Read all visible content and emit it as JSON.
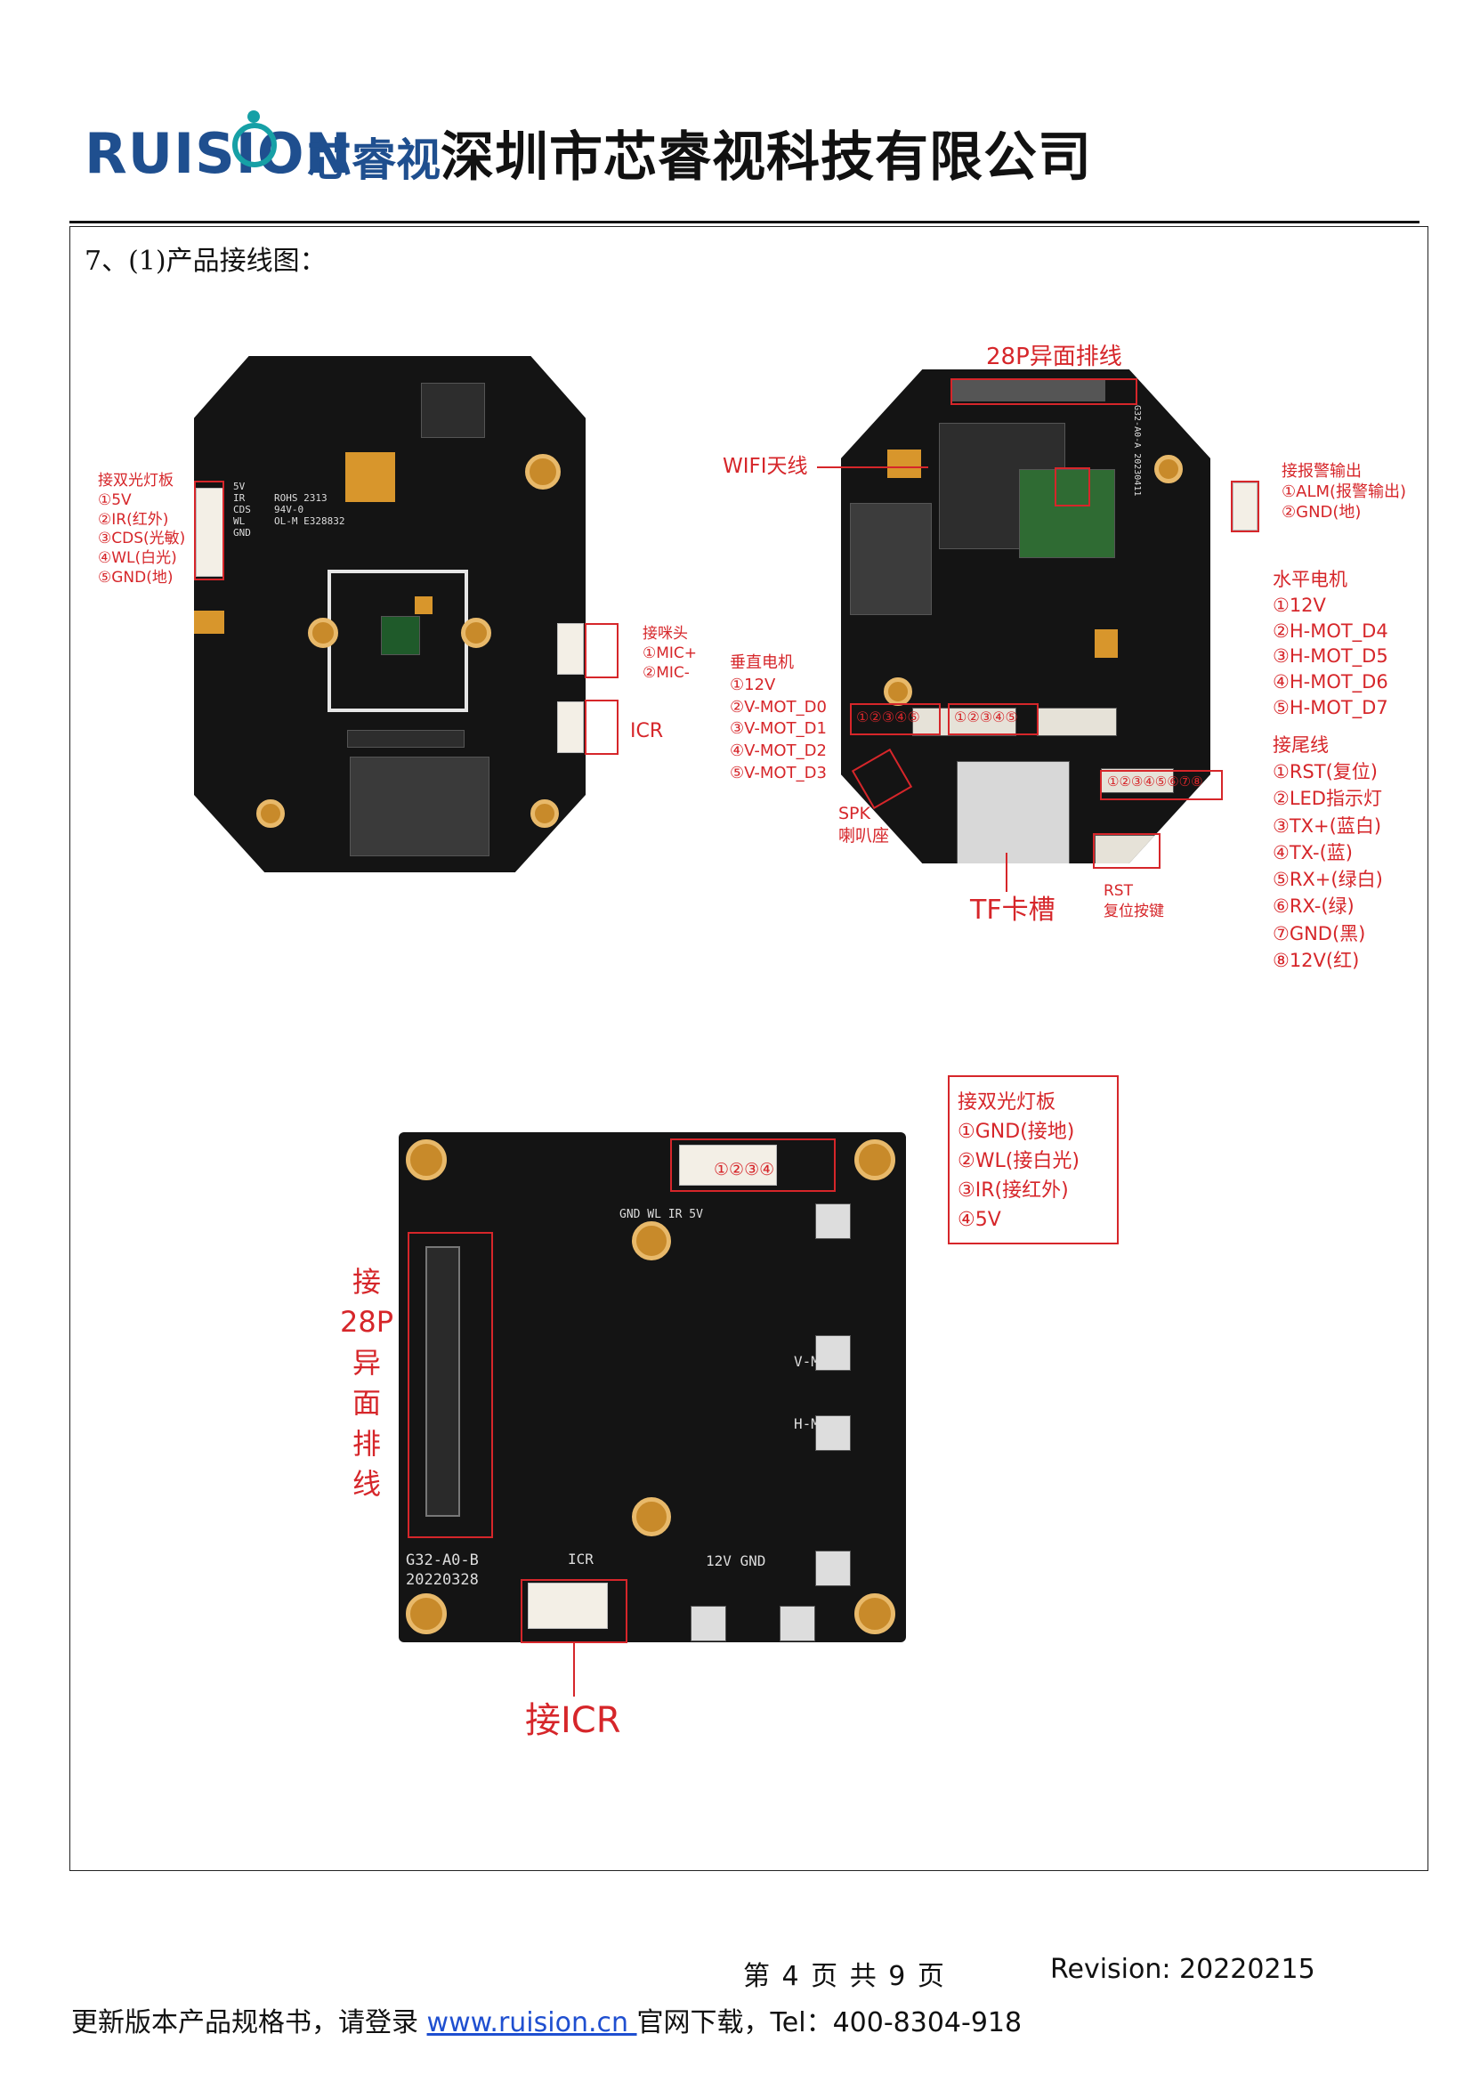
{
  "header": {
    "logo_text": "RUISION",
    "logo_cn": "芯睿视",
    "company": "深圳市芯睿视科技有限公司"
  },
  "section_title": "7、(1)产品接线图：",
  "board1": {
    "dual_light_title": "接双光灯板",
    "dual_light_pins": [
      "①5V",
      "②IR(红外)",
      "③CDS(光敏)",
      "④WL(白光)",
      "⑤GND(地)"
    ],
    "mic_title": "接咪头",
    "mic_pins": [
      "①MIC+",
      "②MIC-"
    ],
    "icr_label": "ICR",
    "silk_pins": [
      "5V",
      "IR",
      "CDS",
      "WL",
      "GND"
    ],
    "silk_rohs": "ROHS 2313",
    "silk_94v": "94V-0",
    "silk_cert": "OL-M E328832"
  },
  "board2": {
    "fpc_label": "28P异面排线",
    "wifi_label": "WIFI天线",
    "alarm_title": "接报警输出",
    "alarm_pins": [
      "①ALM(报警输出)",
      "②GND(地)"
    ],
    "h_motor_title": "水平电机",
    "h_motor_pins": [
      "①12V",
      "②H-MOT_D4",
      "③H-MOT_D5",
      "④H-MOT_D6",
      "⑤H-MOT_D7"
    ],
    "v_motor_title": "垂直电机",
    "v_motor_pins": [
      "①12V",
      "②V-MOT_D0",
      "③V-MOT_D1",
      "④V-MOT_D2",
      "⑤V-MOT_D3"
    ],
    "tail_title": "接尾线",
    "tail_pins": [
      "①RST(复位)",
      "②LED指示灯",
      "③TX+(蓝白)",
      "④TX-(蓝)",
      "⑤RX+(绿白)",
      "⑥RX-(绿)",
      "⑦GND(黑)",
      "⑧12V(红)"
    ],
    "spk_label": "SPK",
    "spk_sub": "喇叭座",
    "tf_label": "TF卡槽",
    "rst_label": "RST",
    "rst_sub": "复位按键",
    "silk_board": "G32-A0-A",
    "silk_date": "20230411",
    "connector_v_nums": "①②③④⑤",
    "connector_h_nums": "①②③④⑤",
    "connector_tail_nums": "①②③④⑤⑥⑦⑧"
  },
  "board3": {
    "dual_light_title": "接双光灯板",
    "dual_light_pins": [
      "①GND(接地)",
      "②WL(接白光)",
      "③IR(接红外)",
      "④5V"
    ],
    "connector_nums": "①②③④",
    "fpc_vertical": [
      "接",
      "28P",
      "异",
      "面",
      "排",
      "线"
    ],
    "icr_label": "接ICR",
    "silk_pins": "GND WL IR 5V",
    "silk_vm": "V-M",
    "silk_hm": "H-M",
    "silk_icr": "ICR",
    "silk_power": "12V  GND",
    "silk_board": "G32-A0-B",
    "silk_date": "20220328"
  },
  "footer": {
    "page": "第 4 页 共 9 页",
    "revision": "Revision: 20220215",
    "download_prefix": "更新版本产品规格书，请登录 ",
    "download_link": "www.ruision.cn ",
    "download_suffix": "官网下载，Tel：400-8304-918"
  },
  "colors": {
    "brand_blue": "#1f4f8f",
    "brand_teal": "#16a0a6",
    "annotation_red": "#d6262a",
    "pcb_black": "#141414"
  }
}
